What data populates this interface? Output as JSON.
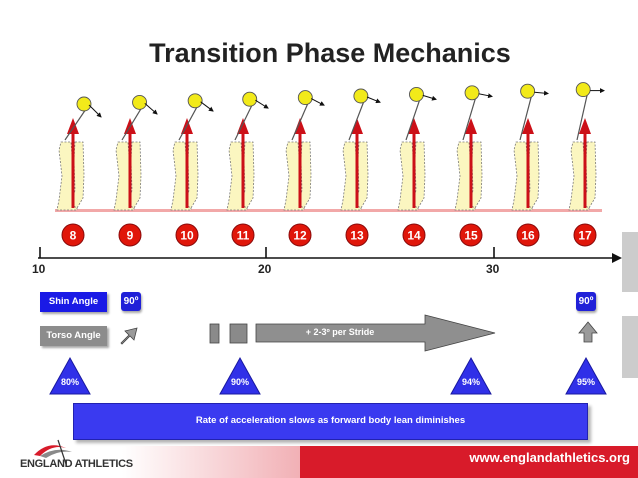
{
  "title": "Transition Phase Mechanics",
  "strides": [
    "8",
    "9",
    "10",
    "11",
    "12",
    "13",
    "14",
    "15",
    "16",
    "17"
  ],
  "axis_ticks": [
    "10",
    "20",
    "30"
  ],
  "shin_angle_label": "Shin Angle",
  "torso_angle_label": "Torso Angle",
  "angle_start": "90º",
  "angle_end": "90º",
  "stride_rate": "+ 2-3º per Stride",
  "percentages": [
    "80%",
    "90%",
    "94%",
    "95%"
  ],
  "summary": "Rate of acceleration slows as forward body lean diminishes",
  "logo_text": "ENGLAND ATHLETICS",
  "website": "www.englandathletics.org",
  "colors": {
    "stride_circle": "#e0160a",
    "box_blue": "#1a1ae6",
    "box_gray": "#8c8c8c",
    "force_arrow": "#cc1018",
    "head": "#f2ea1a",
    "footer_red": "#d81b2a"
  }
}
